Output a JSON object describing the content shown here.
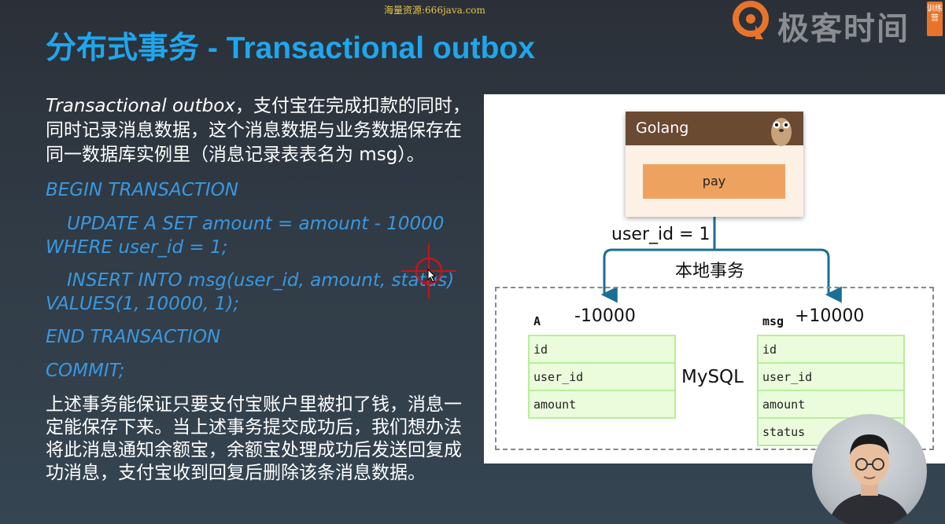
{
  "watermark": "海量资源:666java.com",
  "brand": {
    "name": "极客时间",
    "badge": "训练营"
  },
  "title": "分布式事务 - Transactional outbox",
  "intro": {
    "term": "Transactional outbox",
    "text": "，支付宝在完成扣款的同时，同时记录消息数据，这个消息数据与业务数据保存在同一数据库实例里（消息记录表表名为 msg）。"
  },
  "code": {
    "begin": "BEGIN TRANSACTION",
    "update_1": "UPDATE A SET amount = amount - 10000",
    "update_2": "WHERE user_id = 1;",
    "insert_1": "INSERT INTO msg(user_id, amount, status)",
    "insert_2": "VALUES(1, 10000, 1);",
    "end": "END TRANSACTION",
    "commit": "COMMIT;"
  },
  "outro": "上述事务能保证只要支付宝账户里被扣了钱，消息一定能保存下来。当上述事务提交成功后，我们想办法将此消息通知余额宝，余额宝处理成功后发送回复成功消息，支付宝收到回复后删除该条消息数据。",
  "diagram": {
    "service_name": "Golang",
    "action": "pay",
    "param": "user_id = 1",
    "local_tx": "本地事务",
    "db_name": "MySQL",
    "table_a": {
      "name": "A",
      "delta": "-10000",
      "fields": [
        "id",
        "user_id",
        "amount"
      ]
    },
    "table_msg": {
      "name": "msg",
      "delta": "+10000",
      "fields": [
        "id",
        "user_id",
        "amount",
        "status"
      ]
    },
    "colors": {
      "arrow": "#1b6e96",
      "header": "#6b4a32",
      "button": "#eda35f",
      "field_bg": "#eafcdc",
      "field_border": "#b8ee9a"
    }
  },
  "colors": {
    "title": "#1fa6ec",
    "code": "#3a98e0",
    "text": "#ffffff"
  }
}
